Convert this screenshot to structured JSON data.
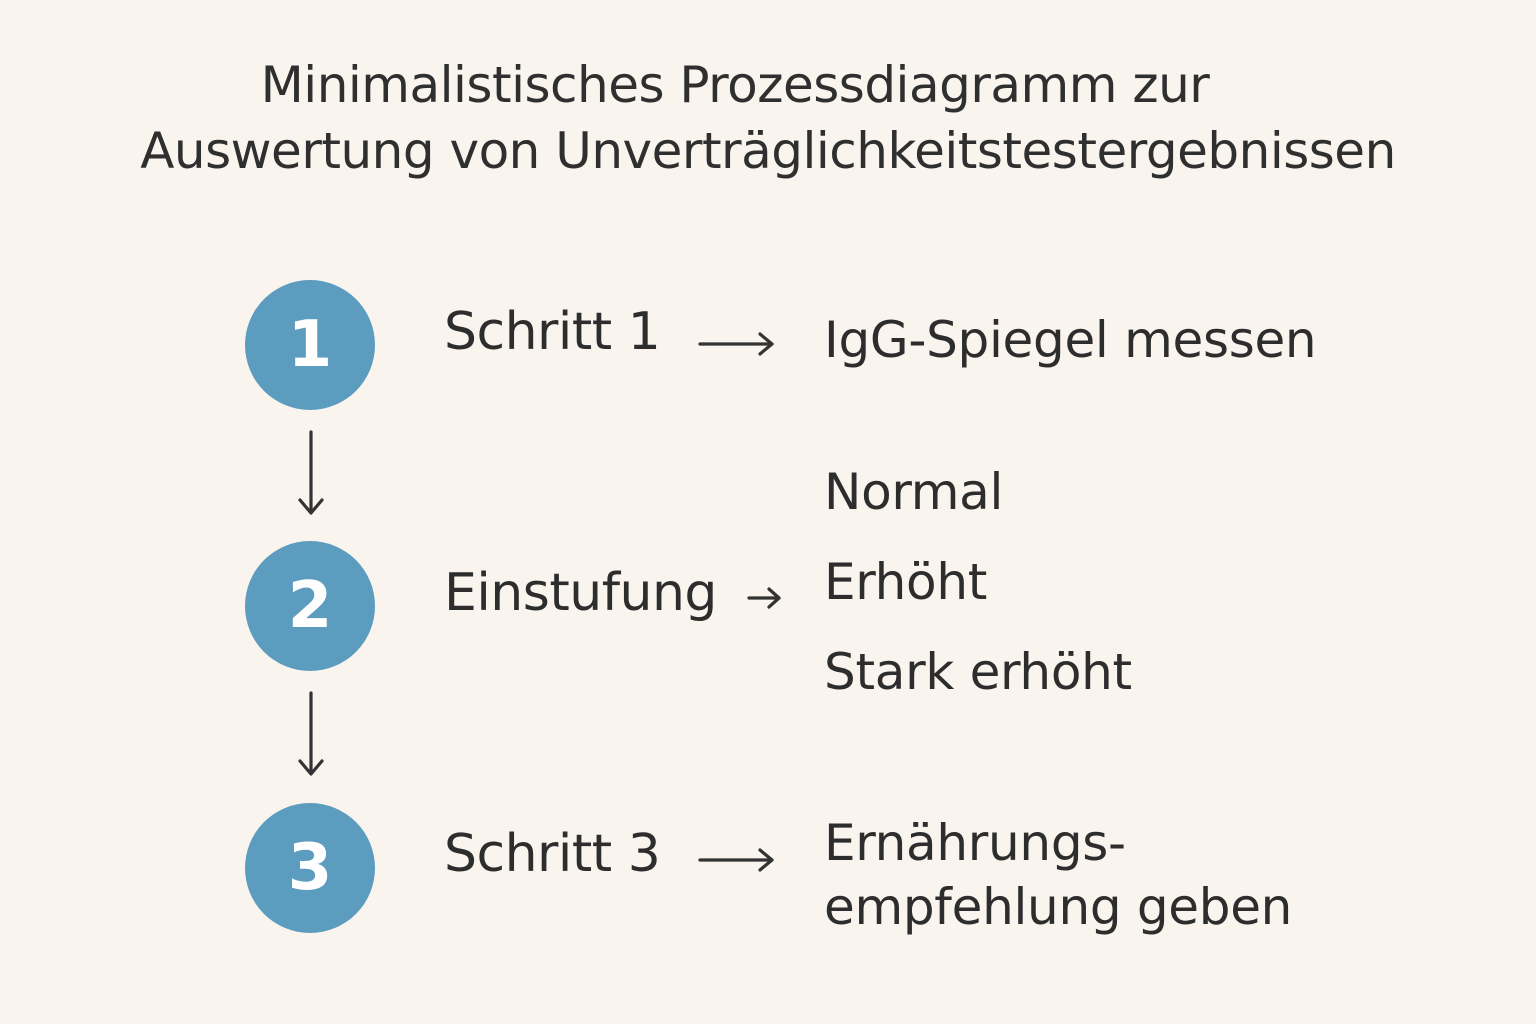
{
  "title": {
    "line1": "Minimalistisches Prozessdiagramm zur",
    "line2": "Auswertung von Unverträglichkeitstestergebnissen"
  },
  "steps": [
    {
      "number": "1",
      "label": "Schritt 1",
      "results": [
        "IgG-Spiegel messen"
      ]
    },
    {
      "number": "2",
      "label": "Einstufung",
      "results": [
        "Normal",
        "Erhöht",
        "Stark erhöht"
      ]
    },
    {
      "number": "3",
      "label": "Schritt 3",
      "results": [
        "Ernährungs-",
        "empfehlung geben"
      ]
    }
  ],
  "colors": {
    "background": "#f9f4ee",
    "circle": "#5b9cbf",
    "text": "#2d2d2d"
  },
  "icons": {
    "horizontal_arrow": "right-arrow-icon",
    "vertical_arrow": "down-arrow-icon"
  }
}
